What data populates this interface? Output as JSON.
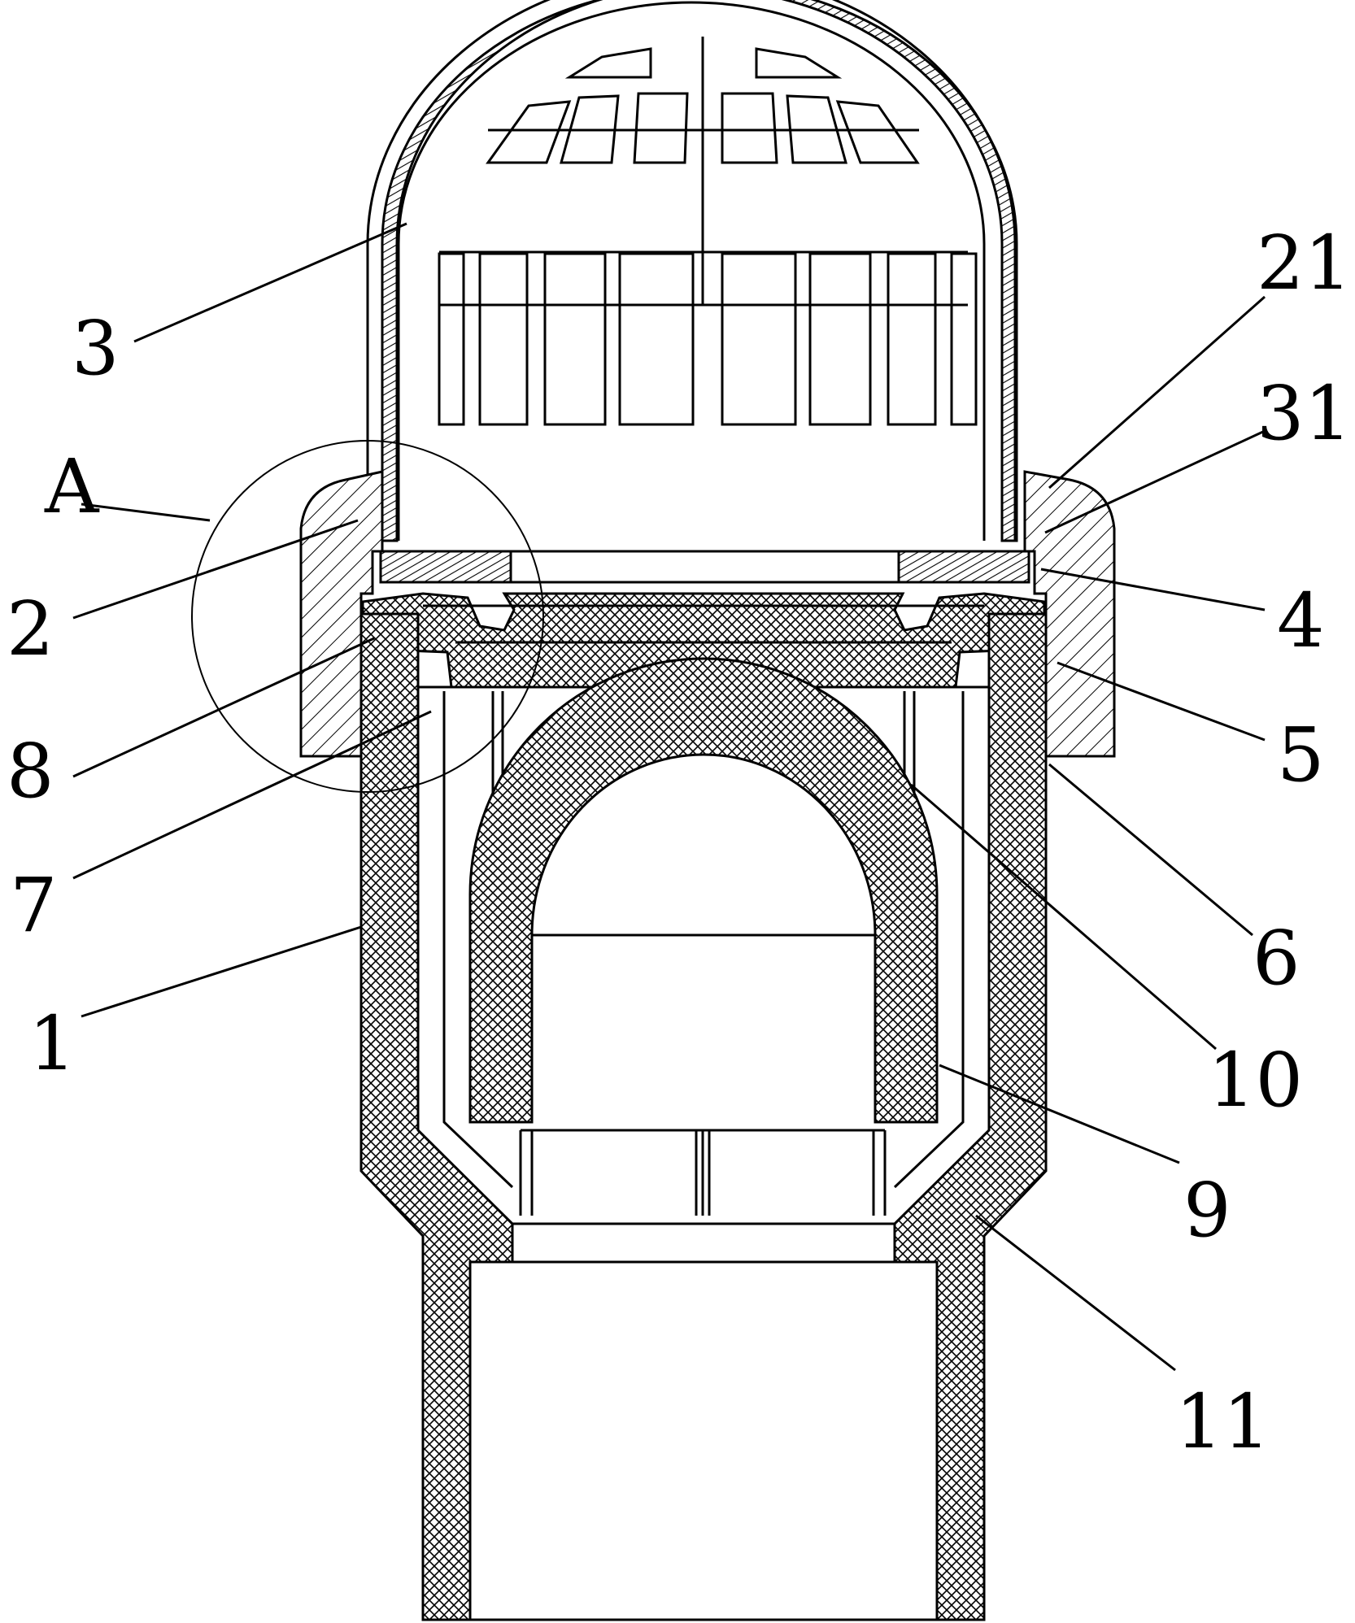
{
  "labels": {
    "l3": "3",
    "l21": "21",
    "l31": "31",
    "lA": "A",
    "l2": "2",
    "l4": "4",
    "l8": "8",
    "l5": "5",
    "l7": "7",
    "l6": "6",
    "l1": "1",
    "l10": "10",
    "l9": "9",
    "l11": "11"
  }
}
